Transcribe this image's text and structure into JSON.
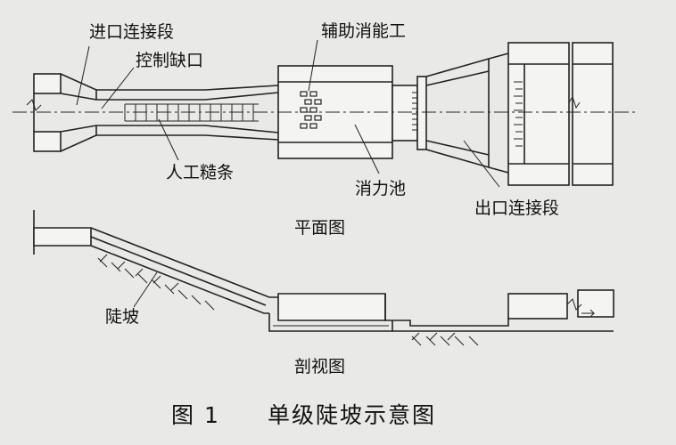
{
  "labels": {
    "inlet_section": "进口连接段",
    "control_notch": "控制缺口",
    "auxiliary_energy_dissipator": "辅助消能工",
    "artificial_roughness_strips": "人工糙条",
    "stilling_basin": "消力池",
    "outlet_section": "出口连接段",
    "plan_view": "平面图",
    "steep_slope": "陡坡",
    "profile_view": "剖视图"
  },
  "caption": {
    "figure_number": "图 1",
    "title": "单级陡坡示意图"
  },
  "colors": {
    "background": "#e9e9e7",
    "ink": "#222222",
    "paper": "#f4f4f2"
  }
}
